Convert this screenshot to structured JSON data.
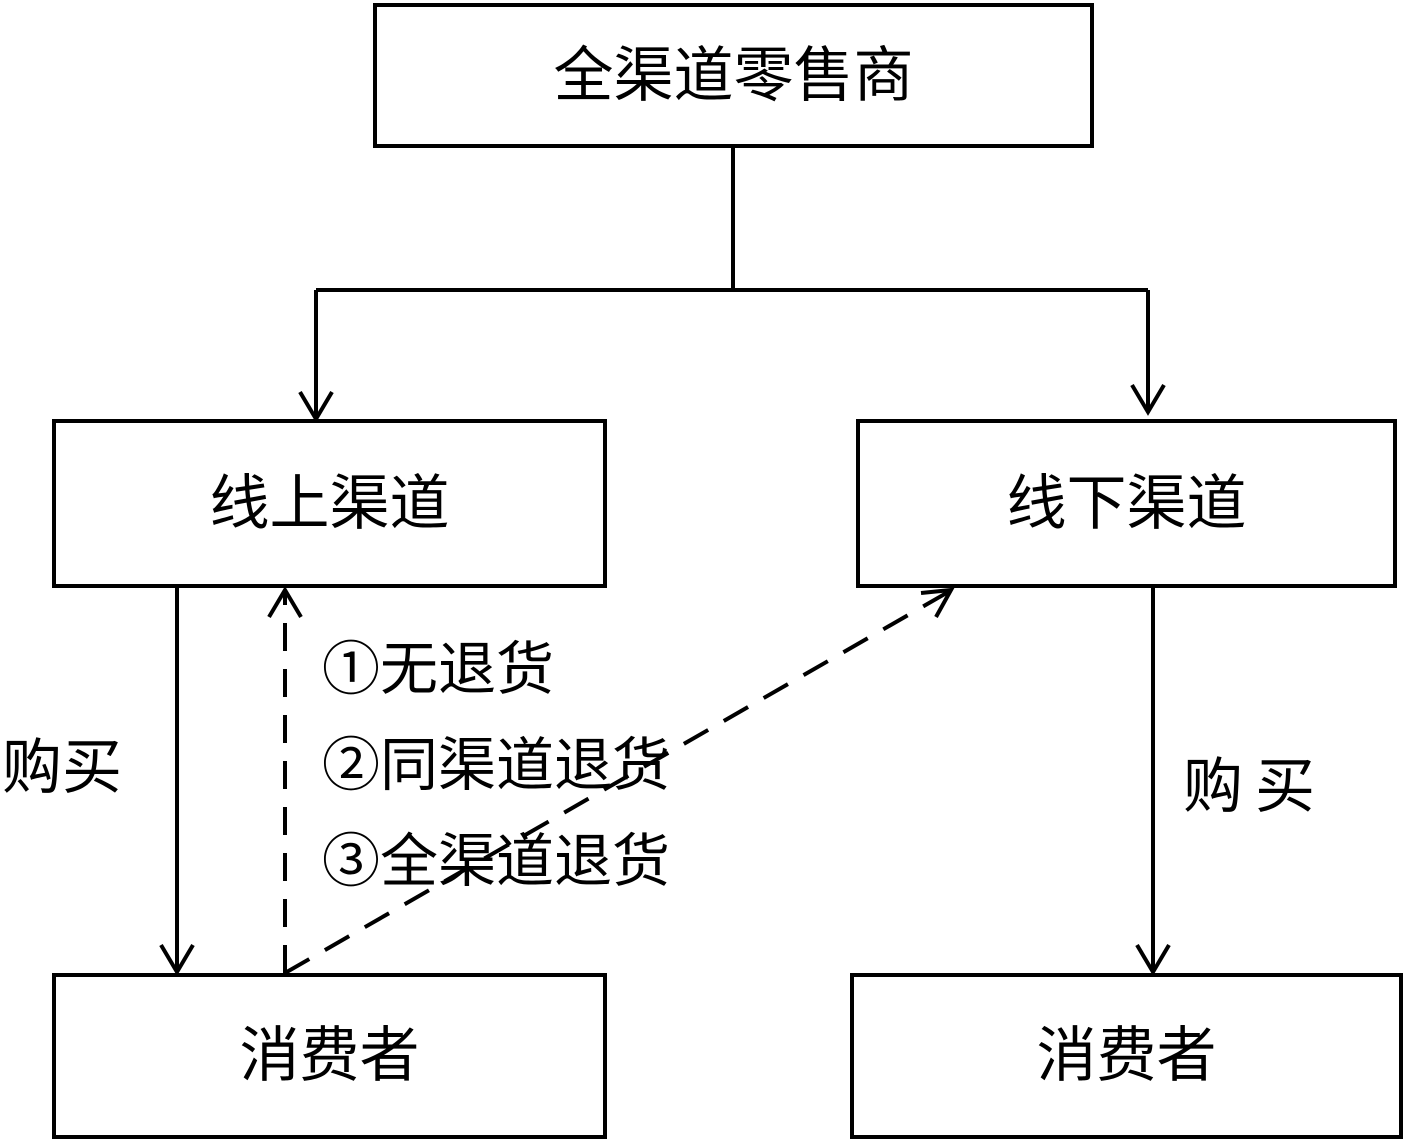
{
  "diagram": {
    "nodes": {
      "retailer": {
        "label": "全渠道零售商"
      },
      "online_channel": {
        "label": "线上渠道"
      },
      "offline_channel": {
        "label": "线下渠道"
      },
      "consumer_online": {
        "label": "消费者"
      },
      "consumer_offline": {
        "label": "消费者"
      }
    },
    "edge_labels": {
      "buy_left": "购买",
      "buy_right": "购买"
    },
    "return_options": [
      {
        "text": "①无退货"
      },
      {
        "text": "②同渠道退货"
      },
      {
        "text": "③全渠道退货"
      }
    ]
  }
}
